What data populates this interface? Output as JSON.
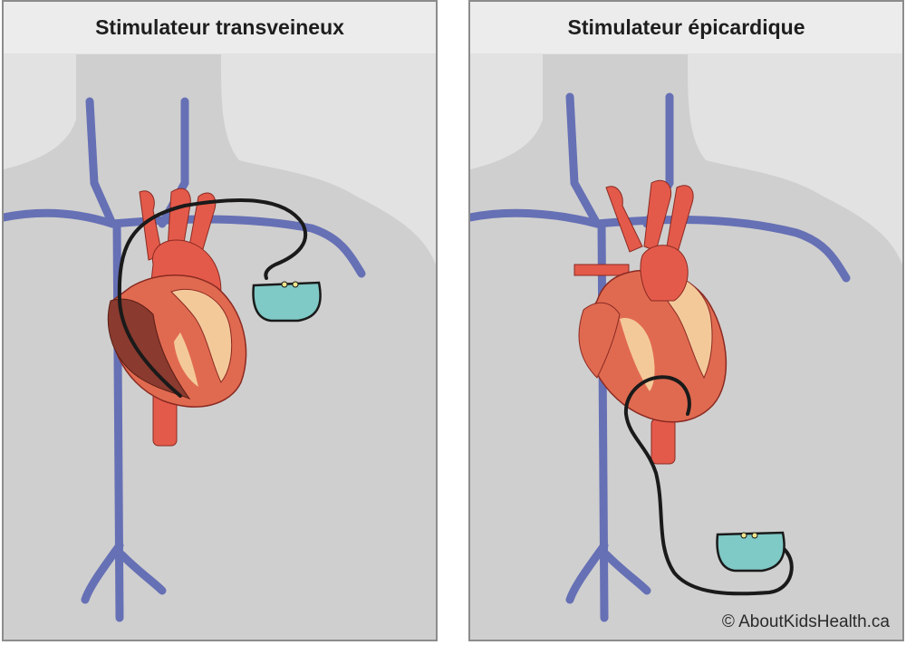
{
  "panels": [
    {
      "title": "Stimulateur transveineux"
    },
    {
      "title": "Stimulateur épicardique"
    }
  ],
  "credit": "© AboutKidsHealth.ca",
  "colors": {
    "body": "#cfcfcf",
    "vein": "#6670b5",
    "artery": "#e45a4a",
    "heart": "#e06a50",
    "heart_inner": "#f4c99a",
    "pacemaker": "#7fc9c6",
    "lead": "#1a1a1a"
  },
  "icons": [
    "heart-illustration",
    "pacemaker-device",
    "pacing-lead"
  ]
}
